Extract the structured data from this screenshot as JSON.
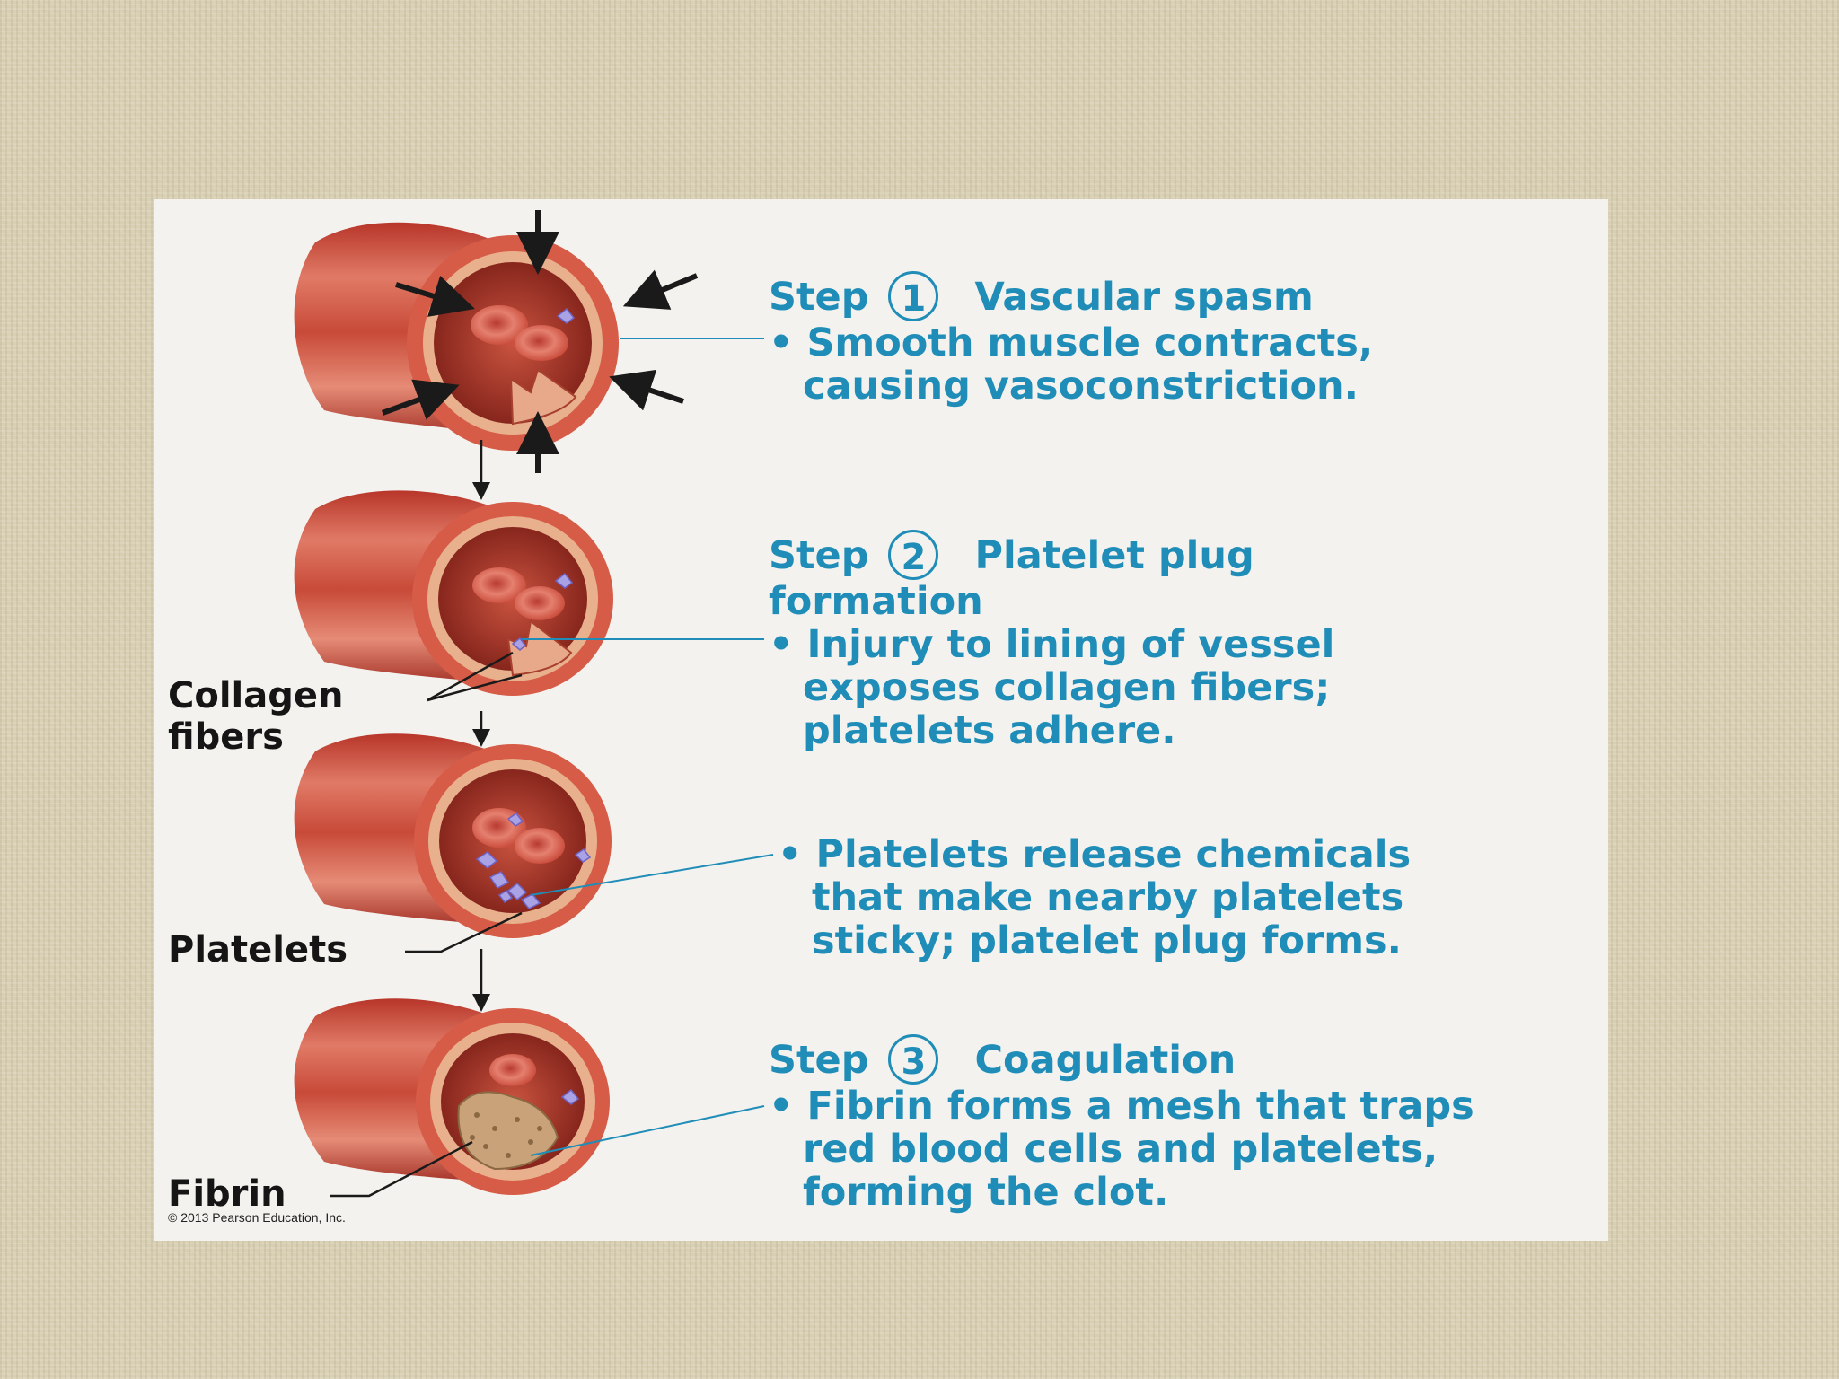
{
  "steps": [
    {
      "step_word": "Step",
      "number": "1",
      "title": "Vascular spasm",
      "title_cont": "",
      "bullets": [
        "• Smooth muscle contracts,",
        "causing vasoconstriction."
      ]
    },
    {
      "step_word": "Step",
      "number": "2",
      "title": "Platelet plug",
      "title_cont": "formation",
      "bullets": [
        "• Injury to lining of vessel",
        "exposes collagen fibers;",
        "platelets adhere."
      ]
    },
    {
      "step_word": "",
      "number": "",
      "title": "",
      "title_cont": "",
      "bullets": [
        "• Platelets release chemicals",
        "that make nearby platelets",
        "sticky; platelet plug forms."
      ]
    },
    {
      "step_word": "Step",
      "number": "3",
      "title": "Coagulation",
      "title_cont": "",
      "bullets": [
        "• Fibrin forms a mesh that traps",
        "red blood cells and platelets,",
        "forming the clot."
      ]
    }
  ],
  "labels": {
    "collagen_line1": "Collagen",
    "collagen_line2": "fibers",
    "platelets": "Platelets",
    "fibrin": "Fibrin"
  },
  "copyright": "© 2013 Pearson Education, Inc.",
  "colors": {
    "text_blue": "#1f8db8",
    "vessel_red": "#c2412f",
    "background": "#d8cfb3",
    "panel": "#f3f2ee"
  }
}
